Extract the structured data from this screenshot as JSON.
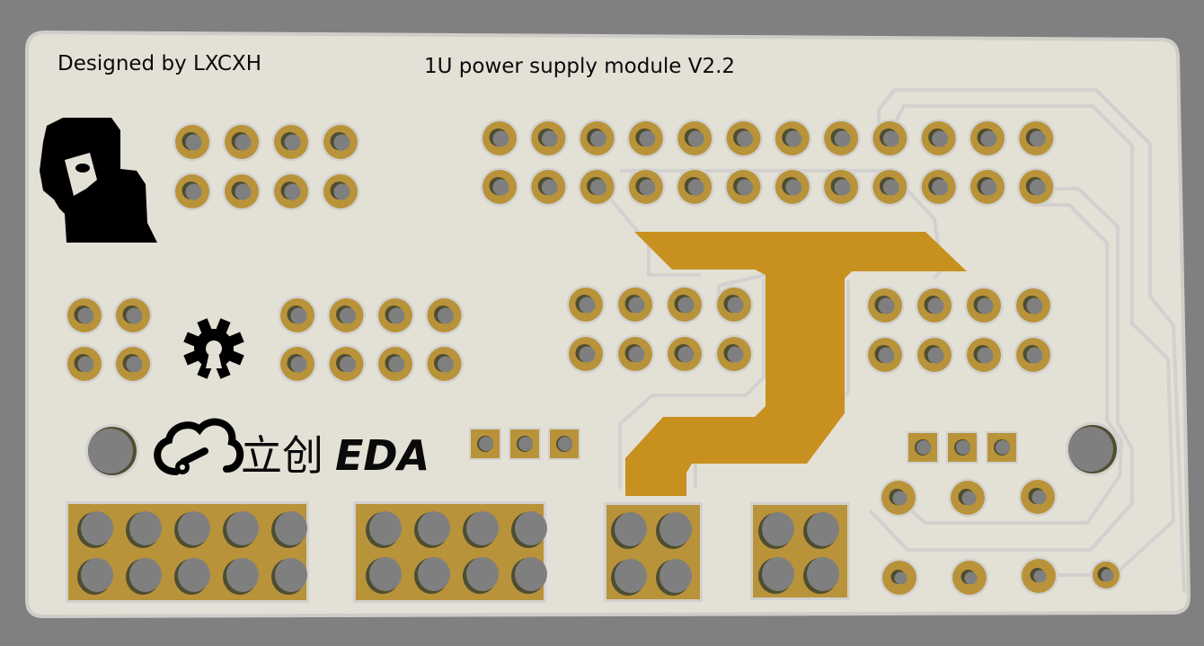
{
  "board": {
    "title": "1U power supply module V2.2",
    "designer_text": "Designed by LXCXH",
    "logo_text_cn": "立创",
    "logo_text_en": "EDA",
    "colors": {
      "background": "#808080",
      "substrate": "#e3e0d6",
      "substrate_edge": "#cfcdc8",
      "pad_gold": "#b9933a",
      "copper_pour": "#c8901f",
      "hole": "#7f7f7f",
      "hole_shadow": "#4f4d30",
      "trace": "#d2d1cf",
      "silkscreen": "#0a0a0a"
    },
    "icons": [
      "avatar-silhouette",
      "open-hardware-gear-icon",
      "lceda-cloud-logo"
    ]
  },
  "components": {
    "header_left_2x4": {
      "rows": 2,
      "cols": 4
    },
    "header_top_2x12": {
      "rows": 2,
      "cols": 12
    },
    "header_mid_left_2x2": {
      "rows": 2,
      "cols": 2
    },
    "header_mid_2x4_a": {
      "rows": 2,
      "cols": 4
    },
    "header_mid_2x4_b": {
      "rows": 2,
      "cols": 4
    },
    "header_mid_2x4_c": {
      "rows": 2,
      "cols": 4
    },
    "smd_pads_left": {
      "count": 3
    },
    "smd_pads_right": {
      "count": 3
    },
    "connector_2x5": {
      "rows": 2,
      "cols": 5
    },
    "connector_2x4": {
      "rows": 2,
      "cols": 4
    },
    "connector_2x2_a": {
      "rows": 2,
      "cols": 2
    },
    "connector_2x2_b": {
      "rows": 2,
      "cols": 2
    },
    "pads_row_3": {
      "count": 3
    },
    "pads_row_4": {
      "count": 4
    },
    "mounting_holes": {
      "count": 2
    }
  }
}
